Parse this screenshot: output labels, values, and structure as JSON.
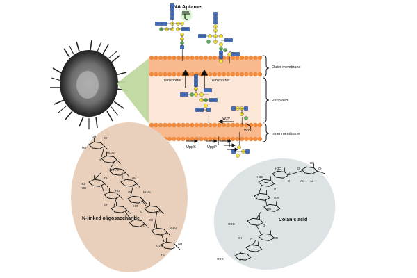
{
  "labels": {
    "aptamer": "DNA Aptamer",
    "outer_membrane": "Outer membrane",
    "periplasm": "Periplasm",
    "inner_membrane": "Inner membrane",
    "transporter": "Transporter",
    "wzy": "Wzy",
    "wzx": "Wzx",
    "upps": "UppS",
    "uppp": "UppP",
    "n_linked": "N-linked oligosaccharide",
    "colanic": "Colanic acid"
  },
  "atoms": {
    "oh": "OH",
    "ho": "HO",
    "o": "O",
    "nhac": "NHAc",
    "achn": "AcHN",
    "h3c": "H3C",
    "oac": "OAc",
    "ac": "Ac",
    "ooc": "OOC"
  },
  "colors": {
    "membrane": "#f08a3c",
    "membrane_light": "#f7b98d",
    "periplasm": "#fbe6d8",
    "cone": "#bcd69a",
    "ellipse_left": "#e8d0bc",
    "ellipse_right": "#dde2e4",
    "glcnac_square": "#3f6fc2",
    "galactose": "#f3e33a",
    "mannose": "#5db35a",
    "aptamer_glow": "#9be08a"
  }
}
